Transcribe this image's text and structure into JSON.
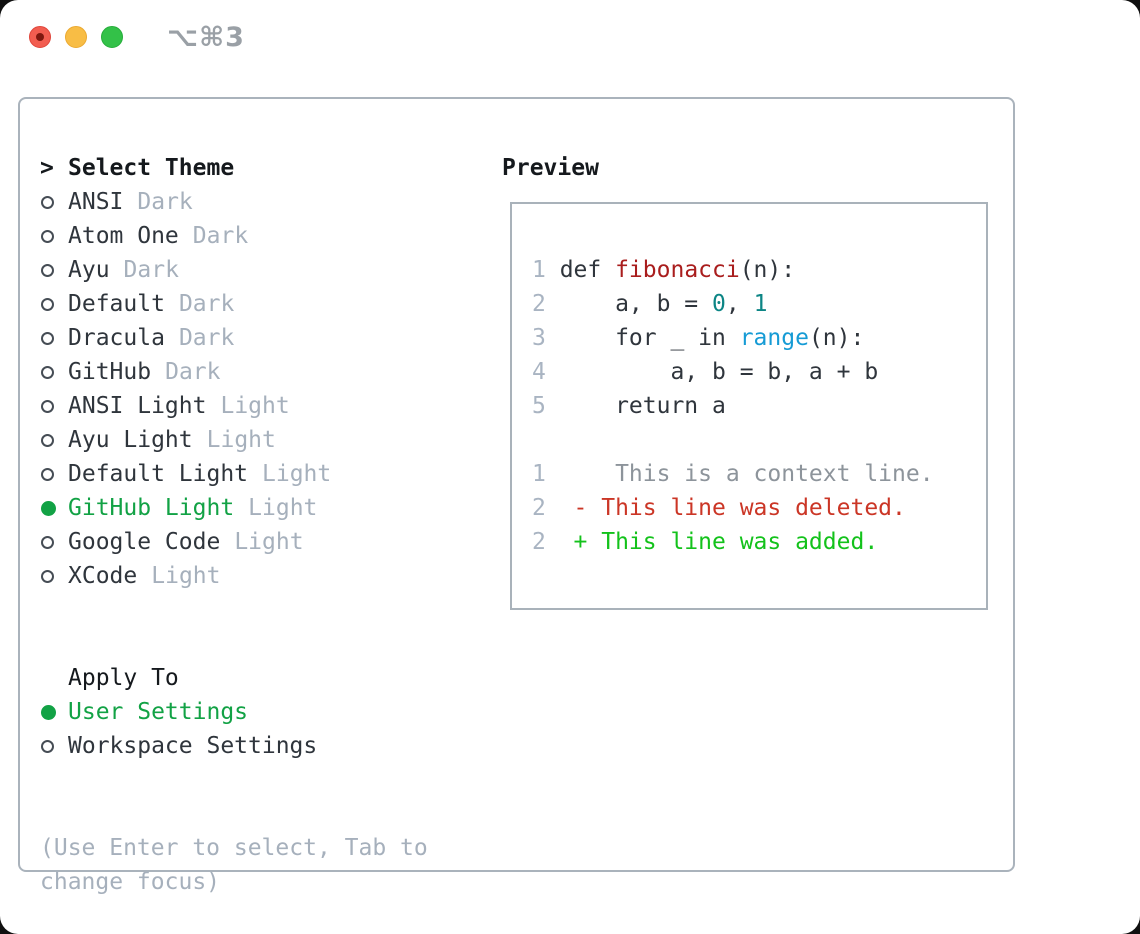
{
  "window": {
    "title": "⌥⌘3"
  },
  "colors": {
    "accent_green": "#12a245",
    "palette": {
      "p": "#2f353c",
      "r": "#a91d1d",
      "t": "#0c8585",
      "b": "#169bd5",
      "g": "#8d949b",
      "dr": "#cb3626",
      "dg": "#13c21b"
    },
    "line_number": "#a9b4c2",
    "muted": "#a6b0bc"
  },
  "theme_picker": {
    "header_marker": ">",
    "header": "Select Theme",
    "themes": [
      {
        "name": "ANSI",
        "variant": "Dark",
        "selected": false
      },
      {
        "name": "Atom One",
        "variant": "Dark",
        "selected": false
      },
      {
        "name": "Ayu",
        "variant": "Dark",
        "selected": false
      },
      {
        "name": "Default",
        "variant": "Dark",
        "selected": false
      },
      {
        "name": "Dracula",
        "variant": "Dark",
        "selected": false
      },
      {
        "name": "GitHub",
        "variant": "Dark",
        "selected": false
      },
      {
        "name": "ANSI Light",
        "variant": "Light",
        "selected": false
      },
      {
        "name": "Ayu Light",
        "variant": "Light",
        "selected": false
      },
      {
        "name": "Default Light",
        "variant": "Light",
        "selected": false
      },
      {
        "name": "GitHub Light",
        "variant": "Light",
        "selected": true
      },
      {
        "name": "Google Code",
        "variant": "Light",
        "selected": false
      },
      {
        "name": "XCode",
        "variant": "Light",
        "selected": false
      }
    ],
    "apply_to": {
      "header": "Apply To",
      "options": [
        {
          "name": "User Settings",
          "selected": true
        },
        {
          "name": "Workspace Settings",
          "selected": false
        }
      ]
    },
    "hint_line1": "(Use Enter to select, Tab to",
    "hint_line2": "change focus)"
  },
  "preview": {
    "header": "Preview",
    "lines": [
      {
        "num": "1",
        "tokens": [
          {
            "t": "def ",
            "c": "p"
          },
          {
            "t": "fibonacci",
            "c": "r"
          },
          {
            "t": "(n):",
            "c": "p"
          }
        ]
      },
      {
        "num": "2",
        "tokens": [
          {
            "t": "    a, b = ",
            "c": "p"
          },
          {
            "t": "0",
            "c": "t"
          },
          {
            "t": ", ",
            "c": "p"
          },
          {
            "t": "1",
            "c": "t"
          }
        ]
      },
      {
        "num": "3",
        "tokens": [
          {
            "t": "    for _ in ",
            "c": "p"
          },
          {
            "t": "range",
            "c": "b"
          },
          {
            "t": "(n):",
            "c": "p"
          }
        ]
      },
      {
        "num": "4",
        "tokens": [
          {
            "t": "        a, b = b, a + b",
            "c": "p"
          }
        ]
      },
      {
        "num": "5",
        "tokens": [
          {
            "t": "    return a",
            "c": "p"
          }
        ]
      },
      {
        "num": "",
        "tokens": []
      },
      {
        "num": "1",
        "tokens": [
          {
            "t": "    This is a context line.",
            "c": "g"
          }
        ]
      },
      {
        "num": "2",
        "tokens": [
          {
            "t": " - This line was deleted.",
            "c": "dr"
          }
        ]
      },
      {
        "num": "2",
        "tokens": [
          {
            "t": " + This line was added.",
            "c": "dg"
          }
        ]
      }
    ]
  }
}
